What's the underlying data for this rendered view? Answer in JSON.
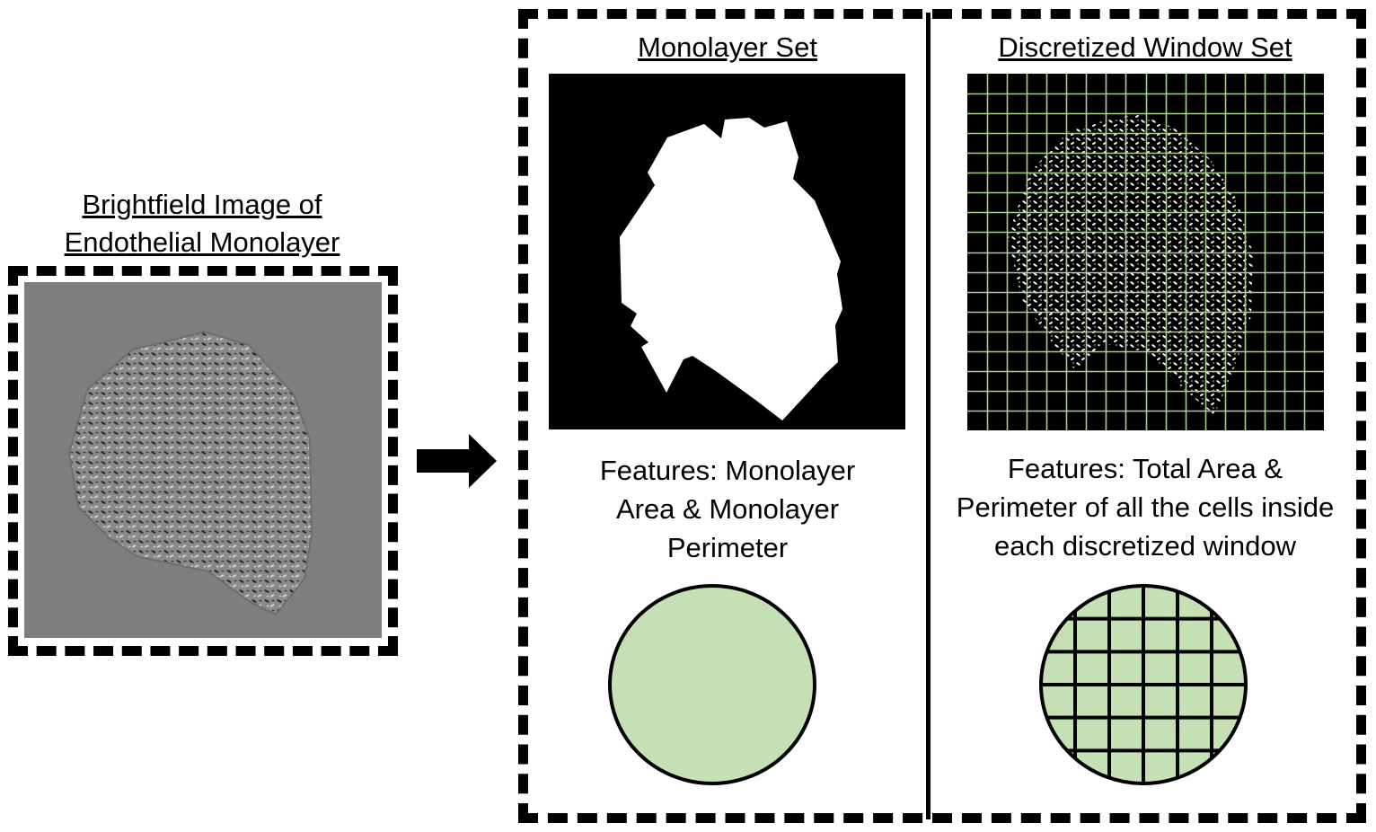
{
  "input": {
    "title_line1": "Brightfield Image of",
    "title_line2": "Endothelial Monolayer"
  },
  "monolayer_set": {
    "title": "Monolayer Set",
    "features_line1": "Features: Monolayer",
    "features_line2": "Area & Monolayer",
    "features_line3": "Perimeter"
  },
  "window_set": {
    "title": "Discretized Window Set",
    "features_line1": "Features: Total Area &",
    "features_line2": "Perimeter of all the cells inside",
    "features_line3": "each discretized window"
  },
  "colors": {
    "feature_fill": "#c5e0b4",
    "grid_line": "#a9d18e",
    "border": "#000000",
    "micrograph_bg": "#7f7f7f"
  },
  "icons": {
    "arrow": "right-arrow-icon",
    "monolayer_feature": "filled-circle-icon",
    "window_feature": "gridded-circle-icon"
  }
}
